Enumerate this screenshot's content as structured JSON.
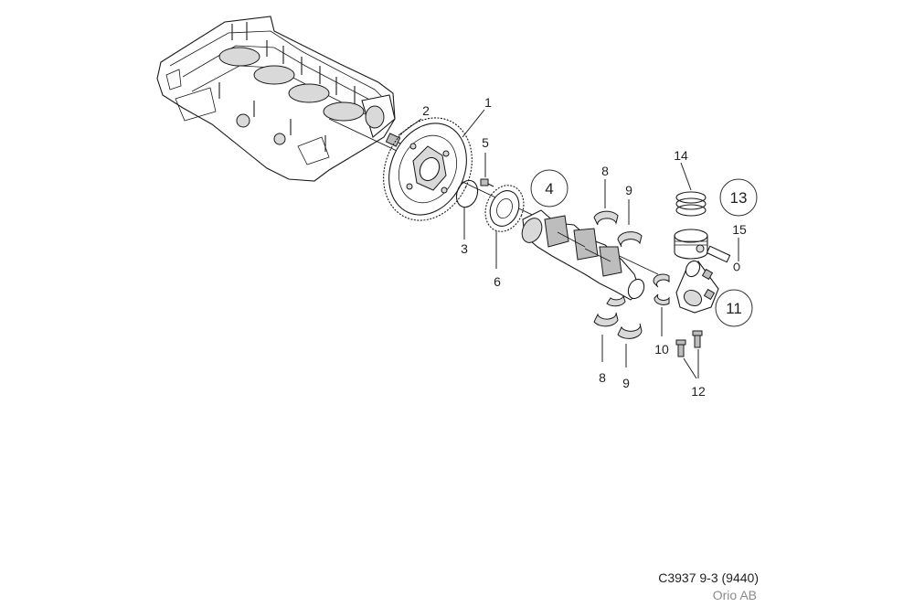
{
  "callouts": {
    "c1": "1",
    "c2": "2",
    "c3": "3",
    "c4": "4",
    "c5": "5",
    "c6": "6",
    "c7a": "8",
    "c7b": "8",
    "c9a": "9",
    "c9b": "9",
    "c10": "10",
    "c11": "11",
    "c12": "12",
    "c13": "13",
    "c14": "14",
    "c15": "15"
  },
  "footer": {
    "code": "C3937 9-3 (9440)",
    "company": "Orio AB"
  }
}
